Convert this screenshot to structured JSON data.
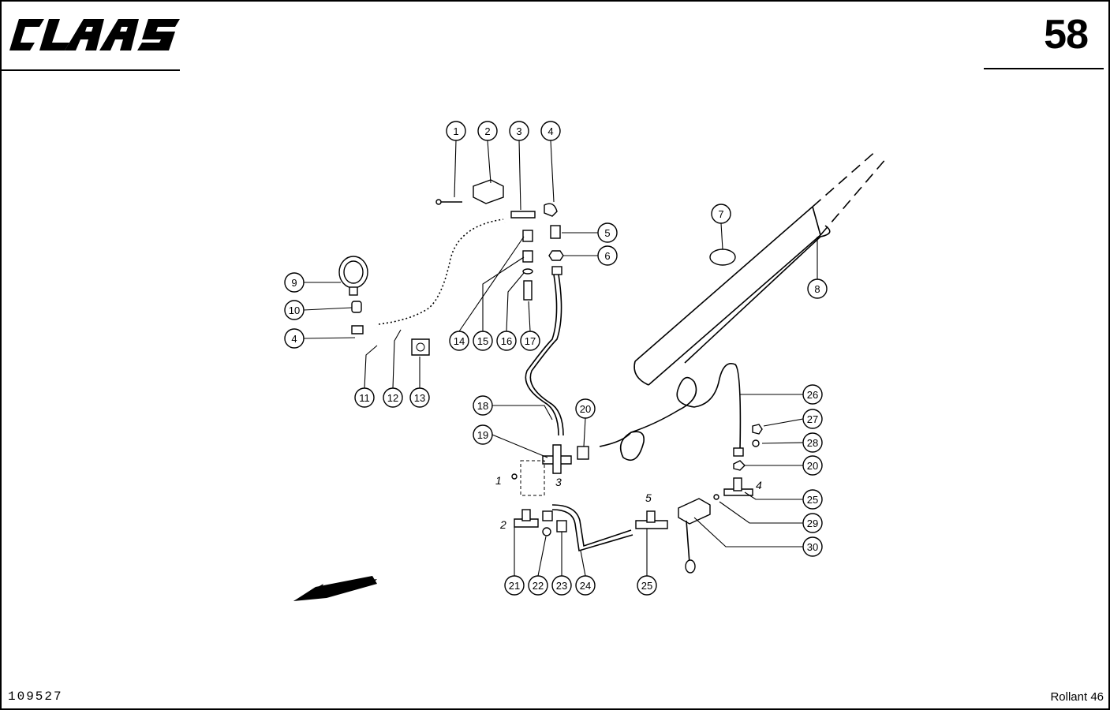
{
  "header": {
    "brand": "CLAAS",
    "page_number": "58"
  },
  "footer": {
    "document_number": "109527",
    "model": "Rollant 46"
  },
  "callouts": [
    "1",
    "2",
    "3",
    "4",
    "5",
    "6",
    "7",
    "8",
    "9",
    "10",
    "4",
    "11",
    "12",
    "13",
    "14",
    "15",
    "16",
    "17",
    "18",
    "20",
    "19",
    "26",
    "27",
    "28",
    "20",
    "25",
    "29",
    "30",
    "21",
    "22",
    "23",
    "24",
    "25"
  ],
  "port_labels": [
    "1",
    "2",
    "3",
    "4",
    "5"
  ],
  "colors": {
    "ink": "#000000",
    "paper": "#ffffff"
  },
  "icons": {
    "direction": "travel-direction-arrow-icon"
  }
}
